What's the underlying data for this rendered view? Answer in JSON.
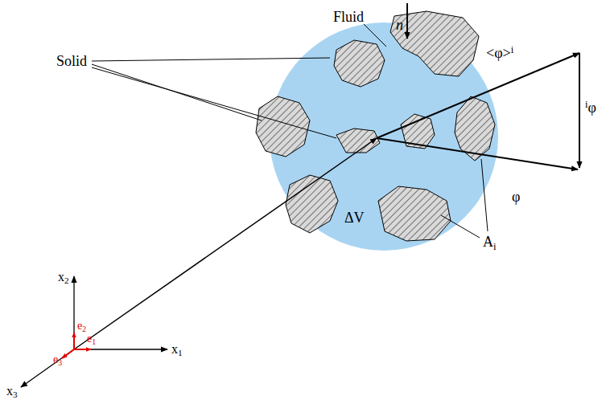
{
  "diagram": {
    "labels": [
      "Fluid",
      "Solid",
      "n",
      "<φ>i",
      "iφ",
      "φ",
      "ΔV",
      "Ai",
      "x2",
      "x1",
      "x3",
      "e2",
      "e1",
      "e3"
    ]
  }
}
